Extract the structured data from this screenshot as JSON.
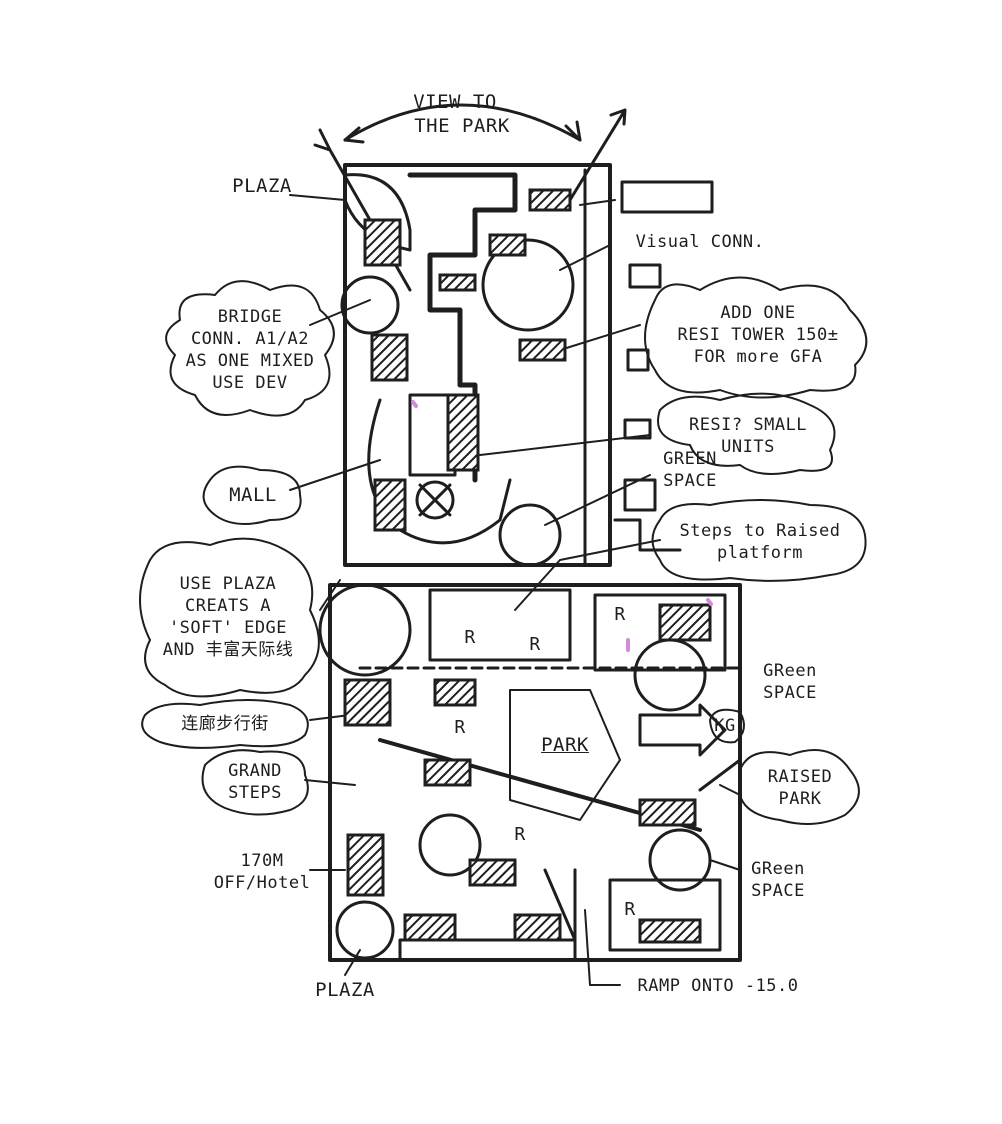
{
  "title": "Masterplan concept sketch",
  "annotations": {
    "view_to_park": [
      "VIEW TO",
      "THE PARK"
    ],
    "plaza_top": "PLAZA",
    "visual_conn": "Visual CONN.",
    "bridge": [
      "BRIDGE",
      "CONN. A1/A2",
      "AS ONE MIXED",
      "USE DEV"
    ],
    "add_tower": [
      "ADD ONE",
      "RESI TOWER 150±",
      "FOR more GFA"
    ],
    "resi_small": [
      "RESI? SMALL",
      "UNITS"
    ],
    "green_space_1": [
      "GREEN",
      "SPACE"
    ],
    "mall": "MALL",
    "steps_raised": [
      "Steps to Raised",
      "platform"
    ],
    "use_plaza": [
      "USE PLAZA",
      "CREATS A",
      "'SOFT' EDGE",
      "AND 丰富天际线"
    ],
    "pedestrian_street": "连廊步行街",
    "grand_steps": [
      "GRAND",
      "STEPS"
    ],
    "green_space_2": [
      "GReen",
      "SPACE"
    ],
    "kg": "KG",
    "park": "PARK",
    "raised_park": [
      "RAISED",
      "PARK"
    ],
    "tower_170": [
      "170M",
      "OFF/Hotel"
    ],
    "green_space_3": [
      "GReen",
      "SPACE"
    ],
    "plaza_bottom": "PLAZA",
    "ramp": "RAMP ONTO -15.0",
    "retail_marker": "R"
  },
  "colors": {
    "ink": "#1e1e1e",
    "paper": "#ffffff",
    "highlight": "#d58ad8"
  }
}
